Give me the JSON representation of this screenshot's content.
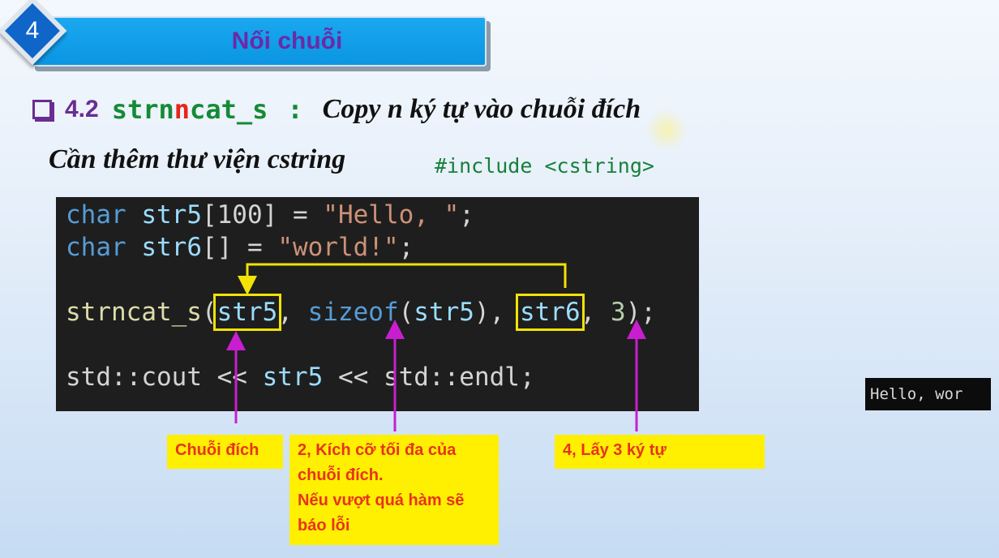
{
  "slide": {
    "badge_number": "4",
    "banner_title": "Nối chuỗi",
    "section_number": "4.2",
    "section_function_pre": "strn",
    "section_function_highlight": "n",
    "section_function_post": "cat_s",
    "section_colon": ":",
    "section_description": "Copy n ký tự vào chuỗi đích",
    "need_library_text": "Cần thêm thư viện cstring",
    "include_directive": "#include <cstring>"
  },
  "code": {
    "line1": {
      "kw": "char",
      "var": "str5",
      "rest": "[100] = ",
      "str": "\"Hello, \"",
      "end": ";"
    },
    "line2": {
      "kw": "char",
      "var": "str6",
      "rest": "[] = ",
      "str": "\"world!\"",
      "end": ";"
    },
    "line3": {
      "fn": "strncat_s",
      "open": "(",
      "arg1": "str5",
      "sep1": ", ",
      "sizeof": "sizeof",
      "sizeof_open": "(",
      "sizeof_arg": "str5",
      "sizeof_close": ")",
      "sep2": ", ",
      "arg3": "str6",
      "sep3": ", ",
      "arg4": "3",
      "close": ");"
    },
    "line4": {
      "ns": "std",
      "sep": "::",
      "cout": "cout",
      "op1": " << ",
      "var": "str5",
      "op2": " << ",
      "ns2": "std",
      "sep2": "::",
      "endl": "endl",
      "end": ";"
    }
  },
  "annotations": {
    "note1": "Chuỗi đích",
    "note2_line1": "2, Kích cỡ tối đa của",
    "note2_line2": "chuỗi đích.",
    "note2_line3": "Nếu vượt quá hàm sẽ",
    "note2_line4": "báo lỗi",
    "note3": "4, Lấy 3 ký tự"
  },
  "console": {
    "output": "Hello, wor"
  },
  "colors": {
    "banner_blue": "#0b95e2",
    "title_purple": "#6a2aa8",
    "function_green": "#158a36",
    "highlight_red": "#e5261c",
    "note_yellow": "#ffef00",
    "arrow_magenta": "#c81ed0",
    "bracket_yellow": "#f2e205"
  }
}
